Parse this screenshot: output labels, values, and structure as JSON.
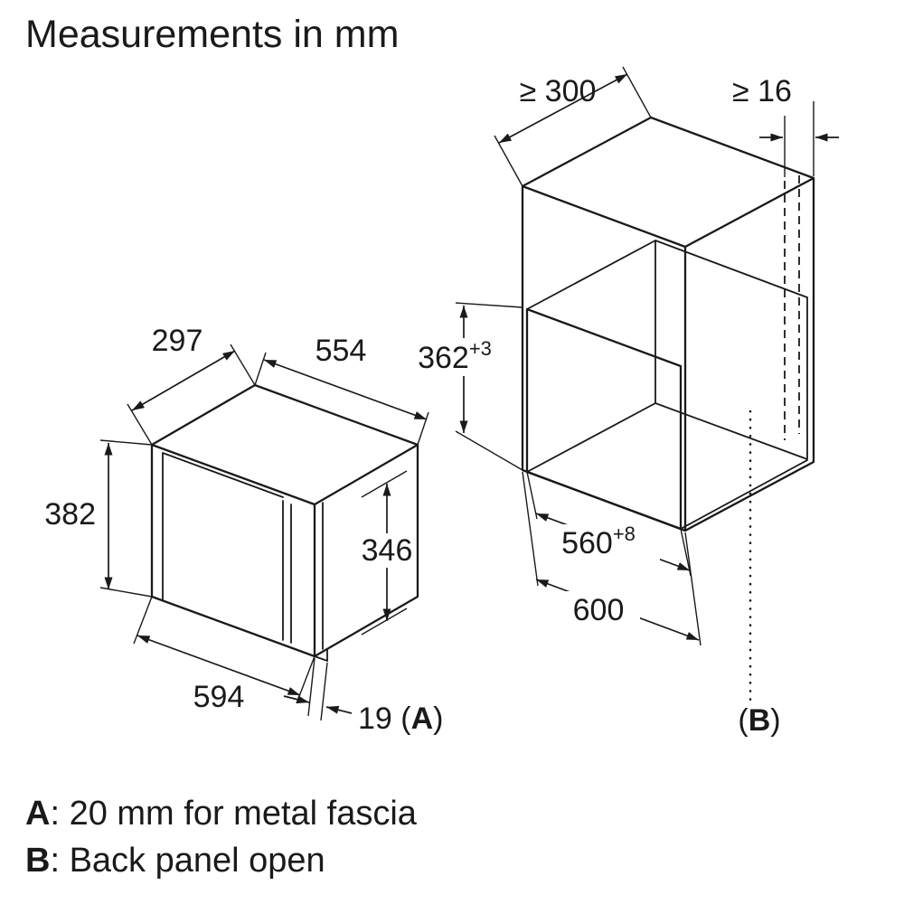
{
  "title": "Measurements in mm",
  "appliance": {
    "depth_top": "297",
    "width_top": "554",
    "height_front": "382",
    "height_body": "346",
    "width_front": "594",
    "fascia_prefix": "19 (",
    "fascia_letter": "A",
    "fascia_suffix": ")"
  },
  "niche": {
    "min_depth": "≥ 300",
    "min_panel": "≥ 16",
    "height": "362",
    "height_tolerance": "+3",
    "width": "560",
    "width_tolerance": "+8",
    "outer_width": "600",
    "back_prefix": "(",
    "back_letter": "B",
    "back_suffix": ")"
  },
  "legend": {
    "a_letter": "A",
    "a_text": ": 20 mm for metal fascia",
    "b_letter": "B",
    "b_text": ": Back panel open"
  }
}
